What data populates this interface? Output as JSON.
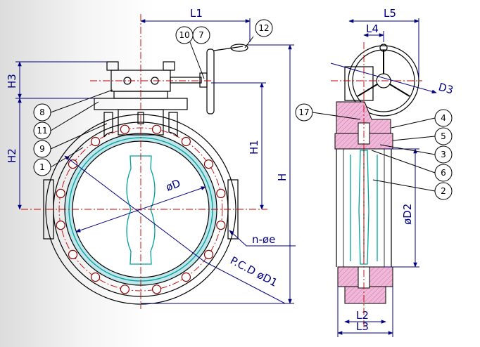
{
  "colors": {
    "outline": "#000000",
    "dimension": "#000080",
    "centerline": "#c00000",
    "liner": "#00a0a0",
    "section_hatch": "#f0b8d8",
    "bolt": "#8b0000"
  },
  "dimensions": {
    "L1": "L1",
    "L2": "L2",
    "L3": "L3",
    "L4": "L4",
    "L5": "L5",
    "H": "H",
    "H1": "H1",
    "H2": "H2",
    "H3": "H3",
    "D": "øD",
    "D1": "P.C.D øD1",
    "D2": "øD2",
    "D3": "D3",
    "holes": "n-øe"
  },
  "parts": [
    "1",
    "2",
    "3",
    "4",
    "5",
    "6",
    "7",
    "8",
    "9",
    "10",
    "11",
    "12",
    "17"
  ]
}
